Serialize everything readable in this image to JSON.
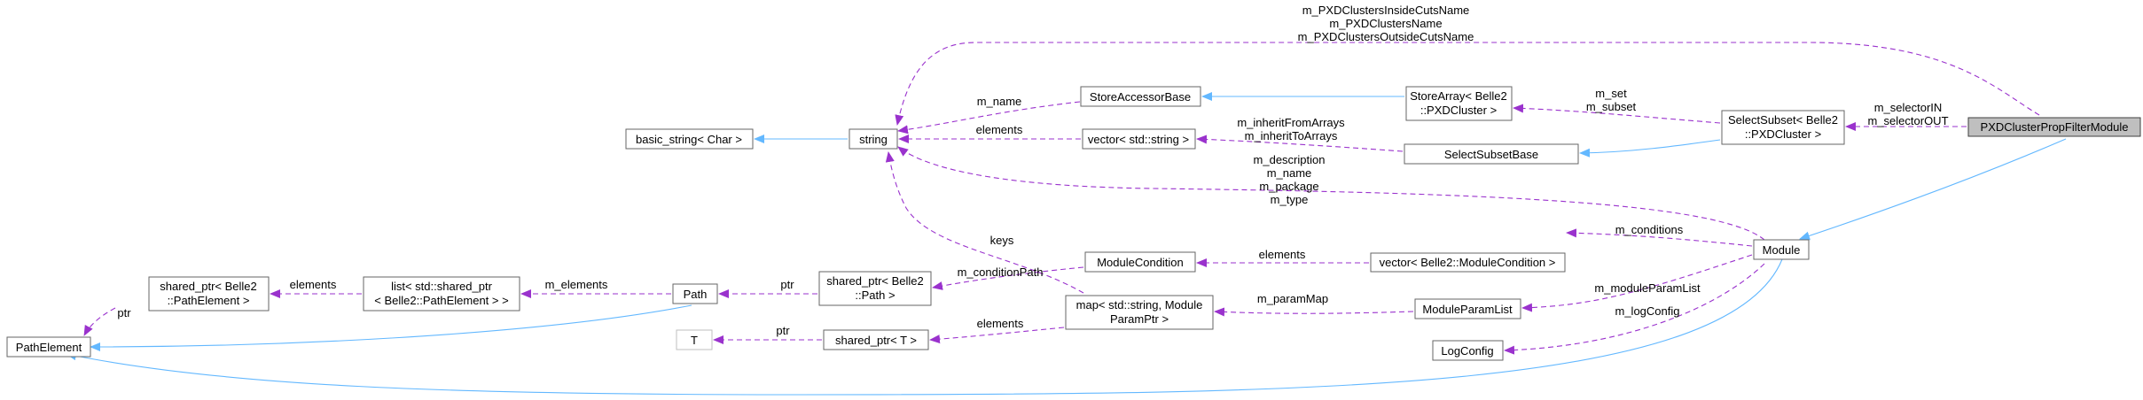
{
  "diagram": {
    "nodes": {
      "pxd_filter": [
        "PXDClusterPropFilterModule"
      ],
      "select_subset": [
        "SelectSubset< Belle2",
        "::PXDCluster >"
      ],
      "store_array": [
        "StoreArray< Belle2",
        "::PXDCluster >"
      ],
      "store_accessor_base": [
        "StoreAccessorBase"
      ],
      "select_subset_base": [
        "SelectSubsetBase"
      ],
      "string": [
        "string"
      ],
      "basic_string": [
        "basic_string< Char >"
      ],
      "vector_string": [
        "vector< std::string >"
      ],
      "module": [
        "Module"
      ],
      "module_condition": [
        "ModuleCondition"
      ],
      "vector_module_condition": [
        "vector< Belle2::ModuleCondition >"
      ],
      "module_param_list": [
        "ModuleParamList"
      ],
      "log_config": [
        "LogConfig"
      ],
      "map_module_param": [
        "map< std::string, Module",
        "ParamPtr >"
      ],
      "shared_ptr_path": [
        "shared_ptr< Belle2",
        "::Path >"
      ],
      "path": [
        "Path"
      ],
      "list_shared_ptr": [
        "list< std::shared_ptr",
        "< Belle2::PathElement > >"
      ],
      "shared_ptr_pathelement": [
        "shared_ptr< Belle2",
        "::PathElement >"
      ],
      "path_element": [
        "PathElement"
      ],
      "t": [
        "T"
      ],
      "shared_ptr_t": [
        "shared_ptr< T >"
      ]
    },
    "edge_labels": {
      "names": [
        "m_PXDClustersInsideCutsName",
        "m_PXDClustersName",
        "m_PXDClustersOutsideCutsName"
      ],
      "selector": [
        "m_selectorIN",
        "m_selectorOUT"
      ],
      "set_subset": [
        "m_set",
        "m_subset"
      ],
      "m_name": [
        "m_name"
      ],
      "elements_string": [
        "elements"
      ],
      "inherit_arrays": [
        "m_inheritFromArrays",
        "m_inheritToArrays"
      ],
      "module_strings": [
        "m_description",
        "m_name",
        "m_package",
        "m_type"
      ],
      "keys": [
        "keys"
      ],
      "elements_condition": [
        "elements"
      ],
      "conditions": [
        "m_conditions"
      ],
      "condition_path": [
        "m_conditionPath"
      ],
      "ptr_path": [
        "ptr"
      ],
      "m_elements": [
        "m_elements"
      ],
      "elements_list": [
        "elements"
      ],
      "ptr_pathelement": [
        "ptr"
      ],
      "param_map": [
        "m_paramMap"
      ],
      "module_param_list": [
        "m_moduleParamList"
      ],
      "log_config": [
        "m_logConfig"
      ],
      "ptr_t": [
        "ptr"
      ],
      "elements_map": [
        "elements"
      ]
    }
  }
}
